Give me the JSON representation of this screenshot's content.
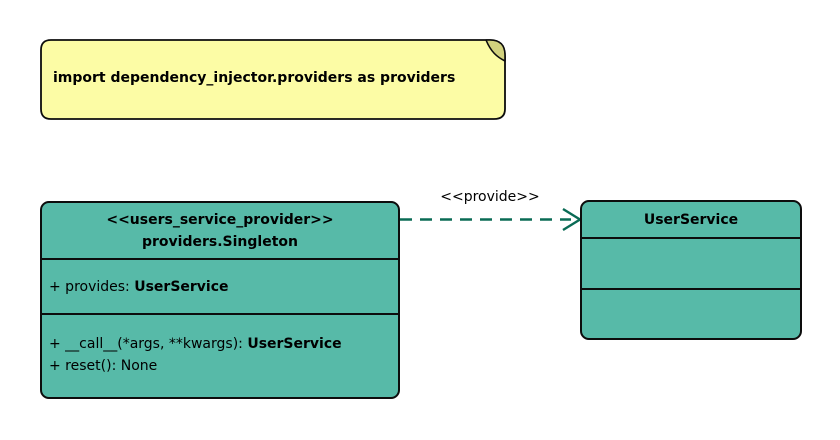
{
  "colors": {
    "background": "#ffffff",
    "note_fill": "#FCFCA5",
    "note_fold": "#D2D27E",
    "class_fill": "#57BAA8",
    "border": "#0d0d0d",
    "arrow": "#0A6B55",
    "text": "#000000"
  },
  "note": {
    "text": "import dependency_injector.providers as providers"
  },
  "provider_class": {
    "stereotype": "<<users_service_provider>>",
    "name": "providers.Singleton",
    "attributes": [
      {
        "text": "+ provides: ",
        "emph": "UserService"
      }
    ],
    "methods": [
      {
        "text": "+ __call__(*args, **kwargs): ",
        "emph": "UserService"
      },
      {
        "text": "+ reset(): None",
        "emph": ""
      }
    ]
  },
  "service_class": {
    "name": "UserService",
    "attributes": [],
    "methods": []
  },
  "relation": {
    "label": "<<provide>>",
    "style": "dashed-open-arrow",
    "from": "providers.Singleton",
    "to": "UserService"
  }
}
